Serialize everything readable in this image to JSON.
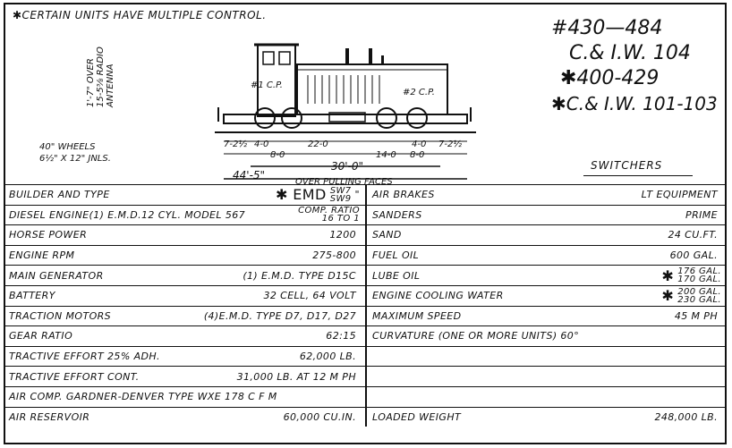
{
  "header": {
    "note": "✱CERTAIN UNITS HAVE MULTIPLE CONTROL.",
    "road_numbers": [
      "#430—484",
      "C.& I.W. 104",
      "✱400-429",
      "✱C.& I.W. 101-103"
    ],
    "class_label": "SWITCHERS"
  },
  "diagram": {
    "wheels_note_1": "40\" WHEELS",
    "wheels_note_2": "6½\" X 12\" JNLS.",
    "antenna_note_1": "1'-7\" OVER",
    "antenna_note_2": "15-5⅝ RADIO",
    "antenna_note_3": "ANTENNA",
    "cp_label_1": "#2 C.P.",
    "cp_label_2": "#1 C.P.",
    "dims_row1": [
      "7-2½",
      "4-0",
      "22-0",
      "14-0",
      "4-0",
      "7-2½"
    ],
    "dims_row2": [
      "8-0",
      "8-0"
    ],
    "dim_30": "30'-0\"",
    "dim_overall": "44'-5\"",
    "dim_overall_note": "OVER PULLING FACES"
  },
  "specs_left": [
    {
      "label": "BUILDER AND TYPE",
      "star": "✱ EMD",
      "value_top": "SW7",
      "value_bottom": "SW9",
      "sub": "\""
    },
    {
      "label": "DIESEL ENGINE(1) E.M.D.12 CYL. MODEL 567",
      "value_top": "COMP. RATIO",
      "value_bottom": "16 TO 1"
    },
    {
      "label": "HORSE POWER",
      "value": "1200"
    },
    {
      "label": "ENGINE RPM",
      "value": "275-800"
    },
    {
      "label": "MAIN GENERATOR",
      "value": "(1) E.M.D. TYPE  D15C"
    },
    {
      "label": "BATTERY",
      "value": "32 CELL, 64 VOLT"
    },
    {
      "label": "TRACTION MOTORS",
      "value": "(4)E.M.D. TYPE D7, D17, D27"
    },
    {
      "label": "GEAR RATIO",
      "value": "62:15"
    },
    {
      "label": "TRACTIVE EFFORT 25% ADH.",
      "value": "62,000 LB."
    },
    {
      "label": "TRACTIVE EFFORT CONT.",
      "value": "31,000 LB. AT 12 M PH"
    },
    {
      "label": "AIR COMP. GARDNER-DENVER TYPE WXE 178 C F M",
      "value": ""
    },
    {
      "label": "AIR RESERVOIR",
      "value": "60,000 CU.IN."
    }
  ],
  "specs_right": [
    {
      "label": "AIR BRAKES",
      "value": "LT EQUIPMENT"
    },
    {
      "label": "SANDERS",
      "value": "PRIME"
    },
    {
      "label": "SAND",
      "value": "24 CU.FT."
    },
    {
      "label": "FUEL OIL",
      "value": "600 GAL."
    },
    {
      "label": "LUBE OIL",
      "star": "✱",
      "value_top": "176 GAL.",
      "value_bottom": "170 GAL."
    },
    {
      "label": "ENGINE COOLING WATER",
      "star": "✱",
      "value_top": "200 GAL.",
      "value_bottom": "230 GAL."
    },
    {
      "label": "MAXIMUM SPEED",
      "value": "45 M PH"
    },
    {
      "label": "CURVATURE (ONE OR MORE UNITS) 60°",
      "value": ""
    },
    {
      "label": "",
      "value": ""
    },
    {
      "label": "",
      "value": ""
    },
    {
      "label": "",
      "value": ""
    },
    {
      "label": "LOADED WEIGHT",
      "value": "248,000 LB."
    }
  ]
}
